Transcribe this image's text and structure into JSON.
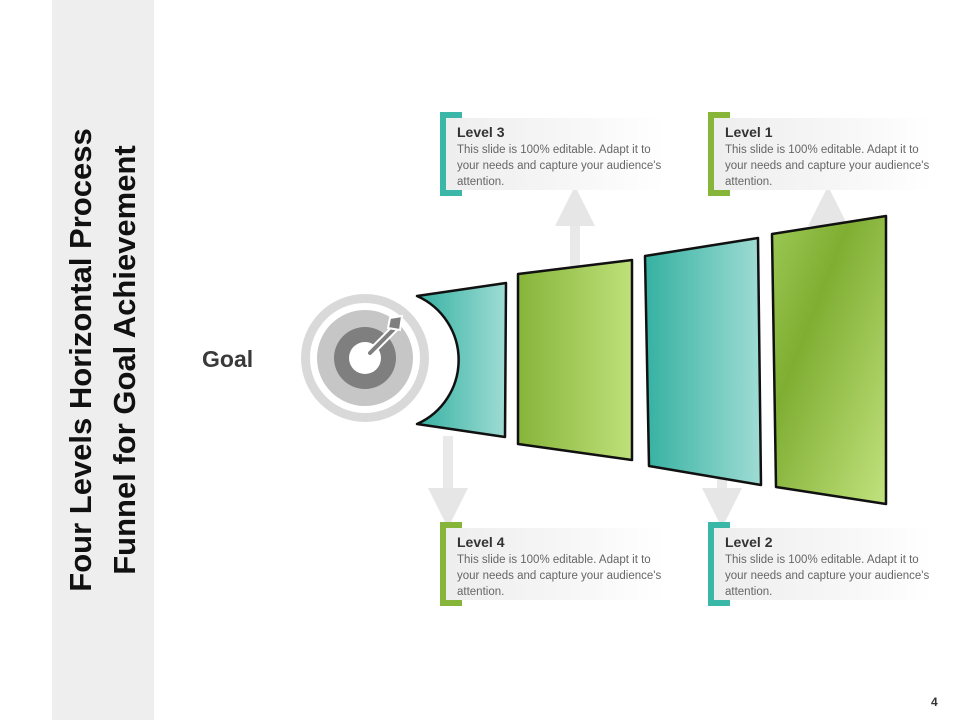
{
  "slide": {
    "title_line1": "Four Levels Horizontal Process",
    "title_line2": "Funnel for Goal Achievement",
    "goal_label": "Goal",
    "page_number": "4"
  },
  "levels": [
    {
      "heading": "Level 3",
      "body": "This slide is 100% editable. Adapt it to your needs and capture your audience's attention.",
      "accent": "#3bb7a8"
    },
    {
      "heading": "Level 1",
      "body": "This slide is 100% editable. Adapt it to your needs and capture your audience's attention.",
      "accent": "#86b53a"
    },
    {
      "heading": "Level 4",
      "body": "This slide is 100% editable. Adapt it to your needs and capture your audience's attention.",
      "accent": "#86b53a"
    },
    {
      "heading": "Level 2",
      "body": "This slide is 100% editable. Adapt it to your needs and capture your audience's attention.",
      "accent": "#3bb7a8"
    }
  ],
  "colors": {
    "teal": "#3bb7a8",
    "green": "#86b53a",
    "target_gray": "#8a8a8a"
  },
  "icons": {
    "goal": "target-with-arrow-icon"
  }
}
